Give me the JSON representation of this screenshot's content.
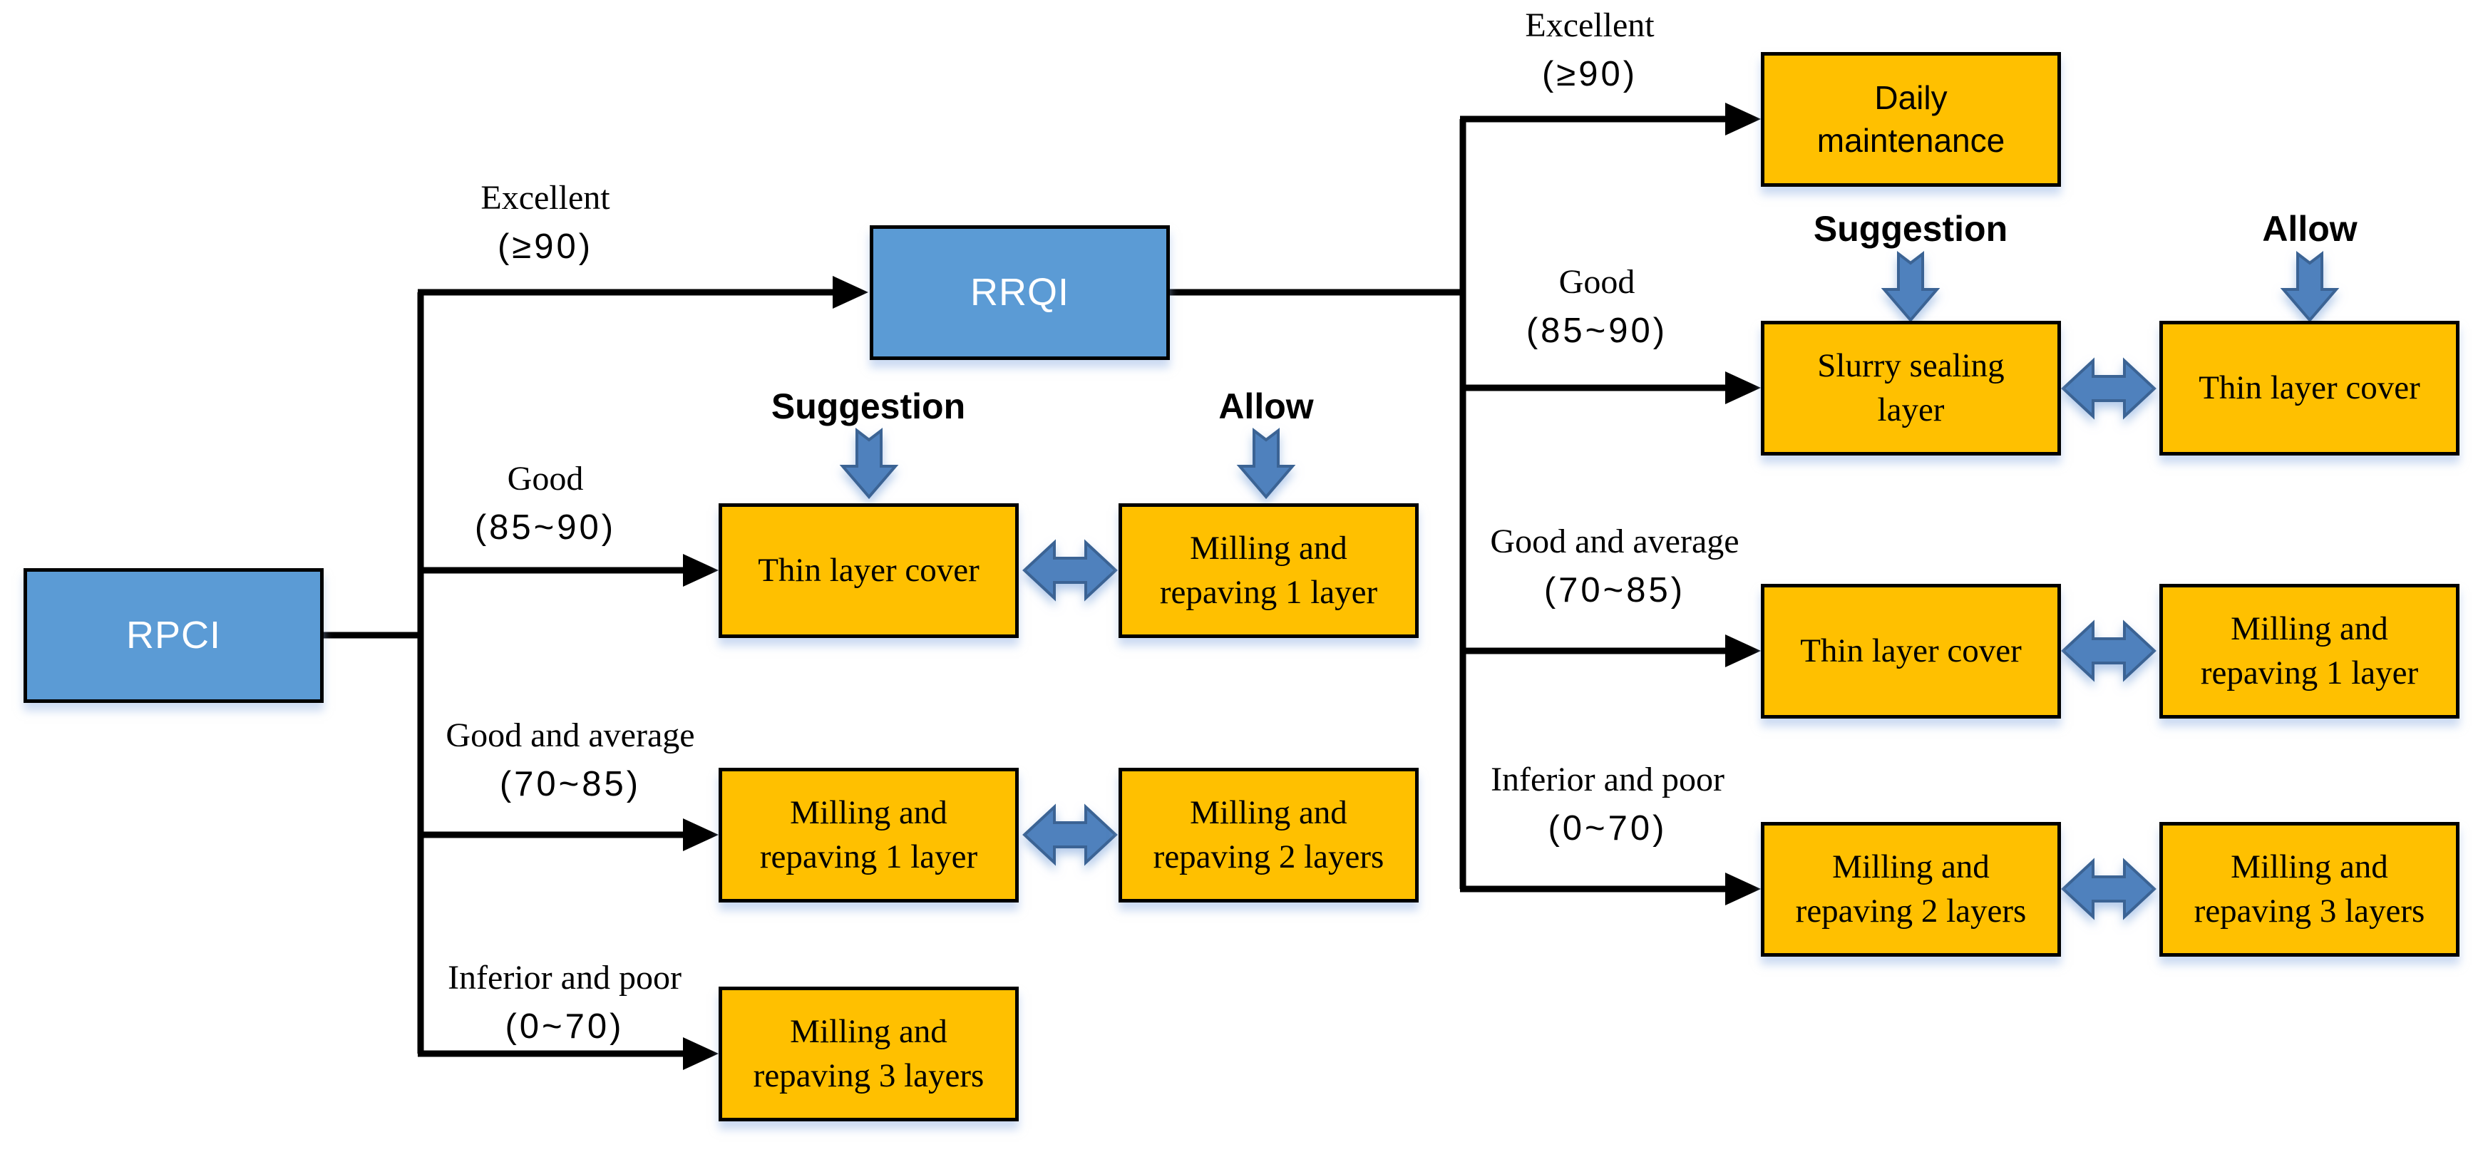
{
  "colors": {
    "index_node_fill": "#5B9BD5",
    "treatment_node_fill": "#FFC000",
    "block_arrow_fill": "#4F81BD",
    "block_arrow_stroke": "#3A6494",
    "connector": "#000000"
  },
  "nodes": {
    "rpci": {
      "label": "RPCI"
    },
    "rrqi": {
      "label": "RRQI"
    },
    "daily_maintenance": {
      "label": "Daily maintenance"
    }
  },
  "annotations": {
    "suggestion": "Suggestion",
    "allow": "Allow"
  },
  "left_branches": [
    {
      "name": "Excellent",
      "range": "(≥90)"
    },
    {
      "name": "Good",
      "range": "(85~90)",
      "suggestion": "Thin layer cover",
      "allow": "Milling and repaving 1 layer"
    },
    {
      "name": "Good and average",
      "range": "(70~85)",
      "suggestion": "Milling and repaving 1 layer",
      "allow": "Milling and repaving 2 layers"
    },
    {
      "name": "Inferior and poor",
      "range": "(0~70)",
      "suggestion": "Milling and repaving 3 layers"
    }
  ],
  "right_branches": [
    {
      "name": "Excellent",
      "range": "(≥90)"
    },
    {
      "name": "Good",
      "range": "(85~90)",
      "suggestion": "Slurry sealing layer",
      "allow": "Thin layer cover"
    },
    {
      "name": "Good and average",
      "range": "(70~85)",
      "suggestion": "Thin layer cover",
      "allow": "Milling and repaving 1 layer"
    },
    {
      "name": "Inferior and poor",
      "range": "(0~70)",
      "suggestion": "Milling and repaving 2 layers",
      "allow": "Milling and repaving 3 layers"
    }
  ]
}
